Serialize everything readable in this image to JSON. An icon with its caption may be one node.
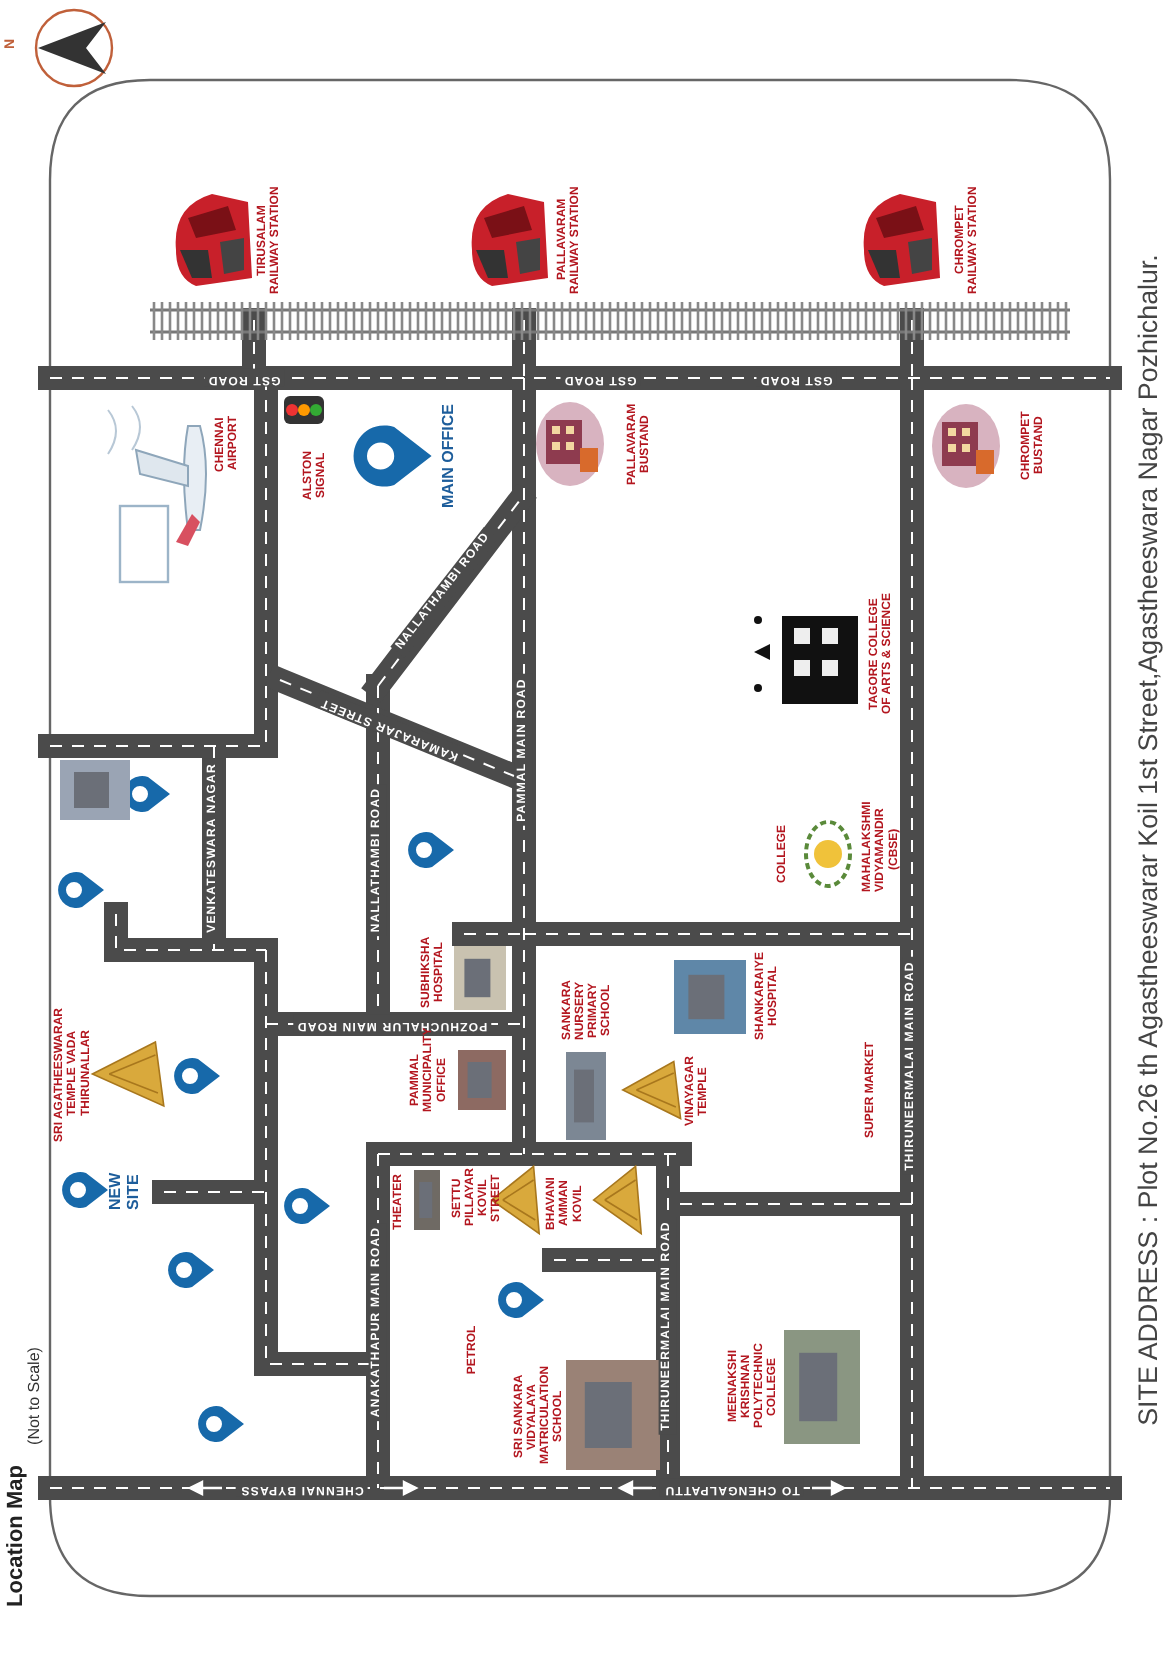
{
  "diagram": {
    "title": "Location Map",
    "labels": [
      "(Not to Scale)",
      "N",
      "TIRUSALAM RAILWAY STATION",
      "PALLAVARAM RAILWAY STATION",
      "CHROMPET RAILWAY STATION",
      "GST ROAD",
      "GST ROAD",
      "GST ROAD",
      "CHENNAI AIRPORT",
      "ALSTON SIGNAL",
      "MAIN OFFICE",
      "PALLAVARAM BUSTAND",
      "CHROMPET BUSTAND",
      "NALLATHAMBI ROAD",
      "KAMARAJAR STREET",
      "PAMMAL MAIN ROAD",
      "TAGORE COLLEGE OF ARTS & SCIENCE",
      "VENKATESWARA NAGAR",
      "NALLATHAMBI ROAD",
      "COLLEGE",
      "MAHALAKSHMI VIDYAMANDIR (CBSE)",
      "SUBHIKSHA HOSPITAL",
      "SHANKARAIYE HOSPITAL",
      "POZHUCHALUR MAIN ROAD",
      "SANKARA NURSERY PRIMARY SCHOOL",
      "THIRUNEERMALAI MAIN ROAD",
      "SRI AGATHEESWARAR TEMPLE VADA THIRUNALLAR",
      "PAMMAL MUNICIPALITY OFFICE",
      "VINAYAGAR TEMPLE",
      "SUPER MARKET",
      "NEW SITE",
      "THEATER",
      "SETTU PILLAYAR KOVIL STREET",
      "BHAVANI AMMAN KOVIL",
      "ANAKATHAPUR MAIN ROAD",
      "THIRUNEERMALAI MAIN ROAD",
      "PETROL",
      "SRI SANKARA VIDYALAYA MATRICULATION SCHOOL",
      "MEENAKSHI KRISHNAN POLYTECHNIC COLLEGE",
      "CHENNAI BYPASS",
      "TO CHENGALPATTU",
      "SITE ADDRESS : Plot No.26 th Agastheeswarar Koil 1st Street,Agastheeswara Nagar Pozhichalur."
    ]
  }
}
